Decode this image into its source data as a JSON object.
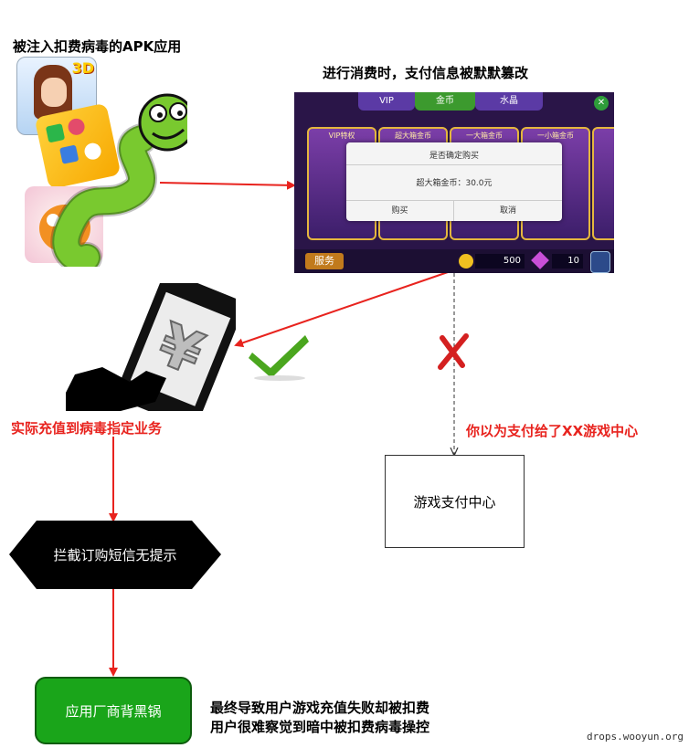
{
  "labels": {
    "apk_title": "被注入扣费病毒的APK应用",
    "tamper_title": "进行消费时，支付信息被默默篡改",
    "actual_recharge": "实际充值到病毒指定业务",
    "you_think": "你以为支付给了XX游戏中心",
    "game_center": "游戏支付中心",
    "intercept": "拦截订购短信无提示",
    "vendor_blame": "应用厂商背黑锅",
    "conclusion_line1": "最终导致用户游戏充值失败却被扣费",
    "conclusion_line2": "用户很难察觉到暗中被扣费病毒操控",
    "watermark": "drops.wooyun.org"
  },
  "game_screenshot": {
    "tabs": [
      "VIP",
      "金币",
      "水晶"
    ],
    "cards": [
      "VIP特权",
      "超大箱金币",
      "一大箱金币",
      "一小箱金币"
    ],
    "dialog": {
      "title": "是否确定购买",
      "message": "超大箱金币：30.0元",
      "buy": "购买",
      "cancel": "取消"
    },
    "service_button": "服务",
    "coins": "500",
    "gems": "10"
  },
  "icons": {
    "app_icons": "game-app-icons",
    "phone": "phone-with-yuan-icon",
    "check": "green-check-icon",
    "cross": "red-cross-icon"
  },
  "colors": {
    "accent_red": "#e8231e",
    "check_green": "#4aa61e",
    "node_green": "#1aa51a",
    "intercept_black": "#000000"
  }
}
